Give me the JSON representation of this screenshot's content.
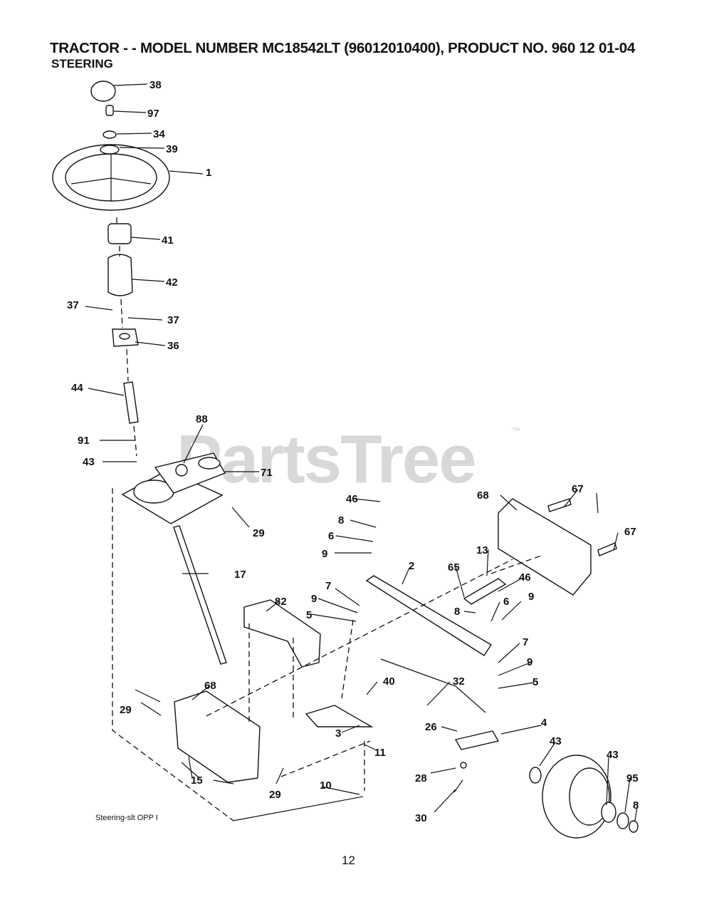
{
  "header": {
    "title": "TRACTOR - - MODEL NUMBER MC18542LT (96012010400), PRODUCT NO. 960 12 01-04",
    "subtitle": "STEERING"
  },
  "watermark": {
    "text": "PartsTree",
    "mark": "™"
  },
  "caption": "Steering-slt OPP  I",
  "page_number": "12",
  "callouts": [
    {
      "id": "c38a",
      "text": "38"
    },
    {
      "id": "c97",
      "text": "97"
    },
    {
      "id": "c34",
      "text": "34"
    },
    {
      "id": "c39",
      "text": "39"
    },
    {
      "id": "c1",
      "text": "1"
    },
    {
      "id": "c41",
      "text": "41"
    },
    {
      "id": "c42",
      "text": "42"
    },
    {
      "id": "c37a",
      "text": "37"
    },
    {
      "id": "c37b",
      "text": "37"
    },
    {
      "id": "c36",
      "text": "36"
    },
    {
      "id": "c44",
      "text": "44"
    },
    {
      "id": "c88",
      "text": "88"
    },
    {
      "id": "c91",
      "text": "91"
    },
    {
      "id": "c43a",
      "text": "43"
    },
    {
      "id": "c71",
      "text": "71"
    },
    {
      "id": "c29a",
      "text": "29"
    },
    {
      "id": "c46a",
      "text": "46"
    },
    {
      "id": "c68a",
      "text": "68"
    },
    {
      "id": "c67a",
      "text": "67"
    },
    {
      "id": "c67b",
      "text": "67"
    },
    {
      "id": "c8a",
      "text": "8"
    },
    {
      "id": "c6a",
      "text": "6"
    },
    {
      "id": "c9a",
      "text": "9"
    },
    {
      "id": "c2",
      "text": "2"
    },
    {
      "id": "c13",
      "text": "13"
    },
    {
      "id": "c65",
      "text": "65"
    },
    {
      "id": "c46b",
      "text": "46"
    },
    {
      "id": "c17",
      "text": "17"
    },
    {
      "id": "c7a",
      "text": "7"
    },
    {
      "id": "c9b",
      "text": "9"
    },
    {
      "id": "c5a",
      "text": "5"
    },
    {
      "id": "c82",
      "text": "82"
    },
    {
      "id": "c8b",
      "text": "8"
    },
    {
      "id": "c6b",
      "text": "6"
    },
    {
      "id": "c9c",
      "text": "9"
    },
    {
      "id": "c7b",
      "text": "7"
    },
    {
      "id": "c9d",
      "text": "9"
    },
    {
      "id": "c5b",
      "text": "5"
    },
    {
      "id": "c40",
      "text": "40"
    },
    {
      "id": "c32",
      "text": "32"
    },
    {
      "id": "c68b",
      "text": "68"
    },
    {
      "id": "c29b",
      "text": "29"
    },
    {
      "id": "c4",
      "text": "4"
    },
    {
      "id": "c26",
      "text": "26"
    },
    {
      "id": "c3",
      "text": "3"
    },
    {
      "id": "c11",
      "text": "11"
    },
    {
      "id": "c43b",
      "text": "43"
    },
    {
      "id": "c43c",
      "text": "43"
    },
    {
      "id": "c15",
      "text": "15"
    },
    {
      "id": "c29c",
      "text": "29"
    },
    {
      "id": "c28",
      "text": "28"
    },
    {
      "id": "c95",
      "text": "95"
    },
    {
      "id": "c10",
      "text": "10"
    },
    {
      "id": "c8c",
      "text": "8"
    },
    {
      "id": "c30",
      "text": "30"
    }
  ]
}
